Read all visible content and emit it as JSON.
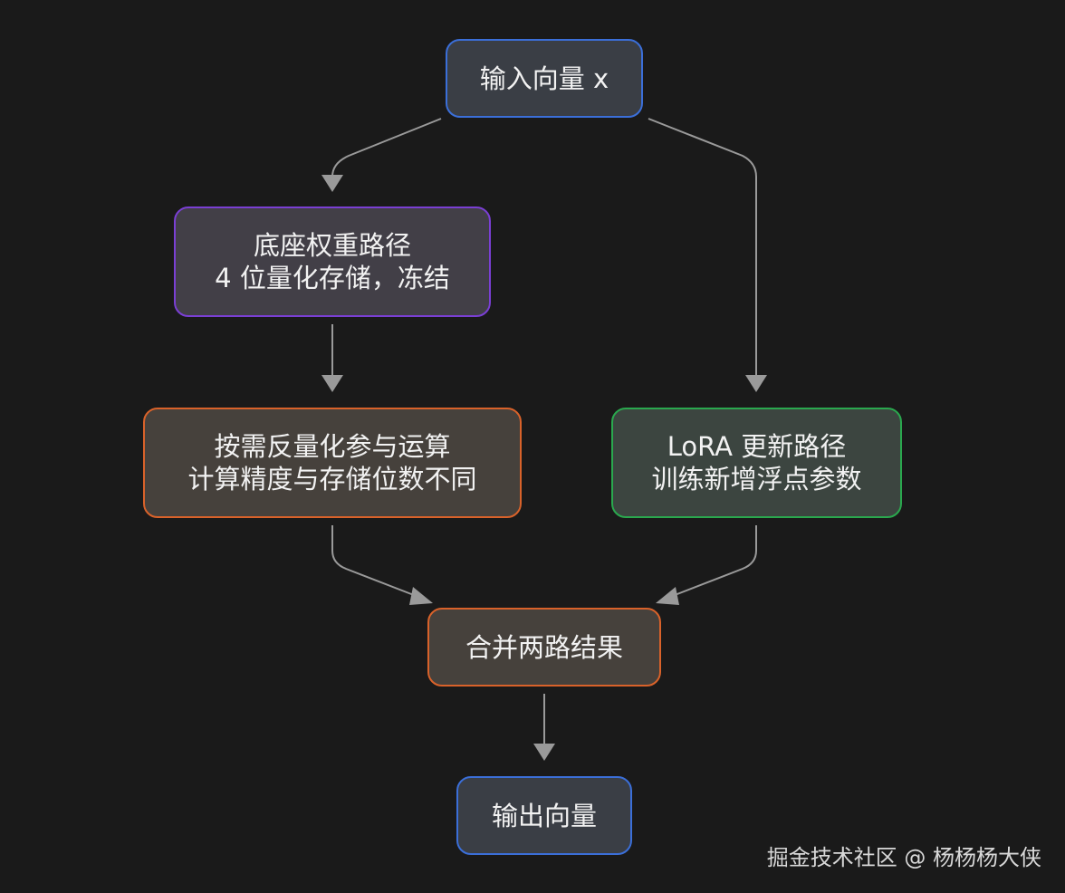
{
  "diagram": {
    "nodes": {
      "input": {
        "lines": [
          "输入向量 x"
        ]
      },
      "base": {
        "lines": [
          "底座权重路径",
          "4 位量化存储，冻结"
        ]
      },
      "dequant": {
        "lines": [
          "按需反量化参与运算",
          "计算精度与存储位数不同"
        ]
      },
      "lora": {
        "lines": [
          "LoRA 更新路径",
          "训练新增浮点参数"
        ]
      },
      "merge": {
        "lines": [
          "合并两路结果"
        ]
      },
      "output": {
        "lines": [
          "输出向量"
        ]
      }
    },
    "edges": [
      {
        "from": "input",
        "to": "base"
      },
      {
        "from": "input",
        "to": "lora"
      },
      {
        "from": "base",
        "to": "dequant"
      },
      {
        "from": "dequant",
        "to": "merge"
      },
      {
        "from": "lora",
        "to": "merge"
      },
      {
        "from": "merge",
        "to": "output"
      }
    ],
    "colors": {
      "background": "#1a1a1a",
      "edge": "#9a9a9a",
      "blue": "#3b6fd9",
      "purple": "#7a3fd4",
      "orange": "#d9622a",
      "green": "#2aa84e"
    }
  },
  "watermark": "掘金技术社区 @ 杨杨杨大侠"
}
